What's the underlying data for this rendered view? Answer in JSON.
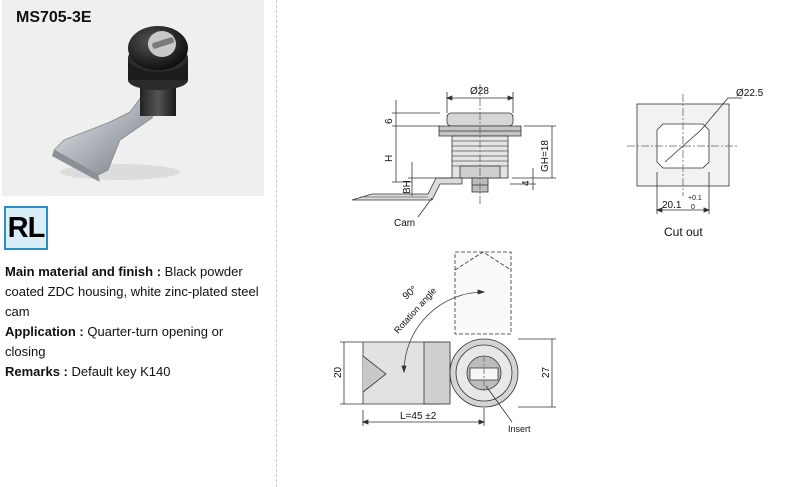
{
  "product": {
    "model": "MS705-3E",
    "type_badge": "RL"
  },
  "description": [
    {
      "label": "Main material and finish :",
      "value": " Black powder coated ZDC housing, white zinc-plated steel cam"
    },
    {
      "label": "Application :",
      "value": " Quarter-turn opening or closing"
    },
    {
      "label": "Remarks :",
      "value": " Default key K140"
    }
  ],
  "drawing": {
    "dim_diameter": "Ø28",
    "dim_top": "6",
    "dim_h": "H",
    "dim_bh": "BH",
    "dim_gh": "GH=18",
    "dim_4": "4",
    "label_cam": "Cam",
    "rotation_deg": "90°",
    "rotation_label": "Rotation angle",
    "dim_20": "20",
    "dim_27": "27",
    "dim_length": "L=45 ±2",
    "label_insert": "Insert",
    "cutout_diameter": "Ø22.5",
    "cutout_width": "20.1",
    "cutout_tol_plus": "+0.1",
    "cutout_tol_zero": "0",
    "cutout_caption": "Cut out"
  }
}
